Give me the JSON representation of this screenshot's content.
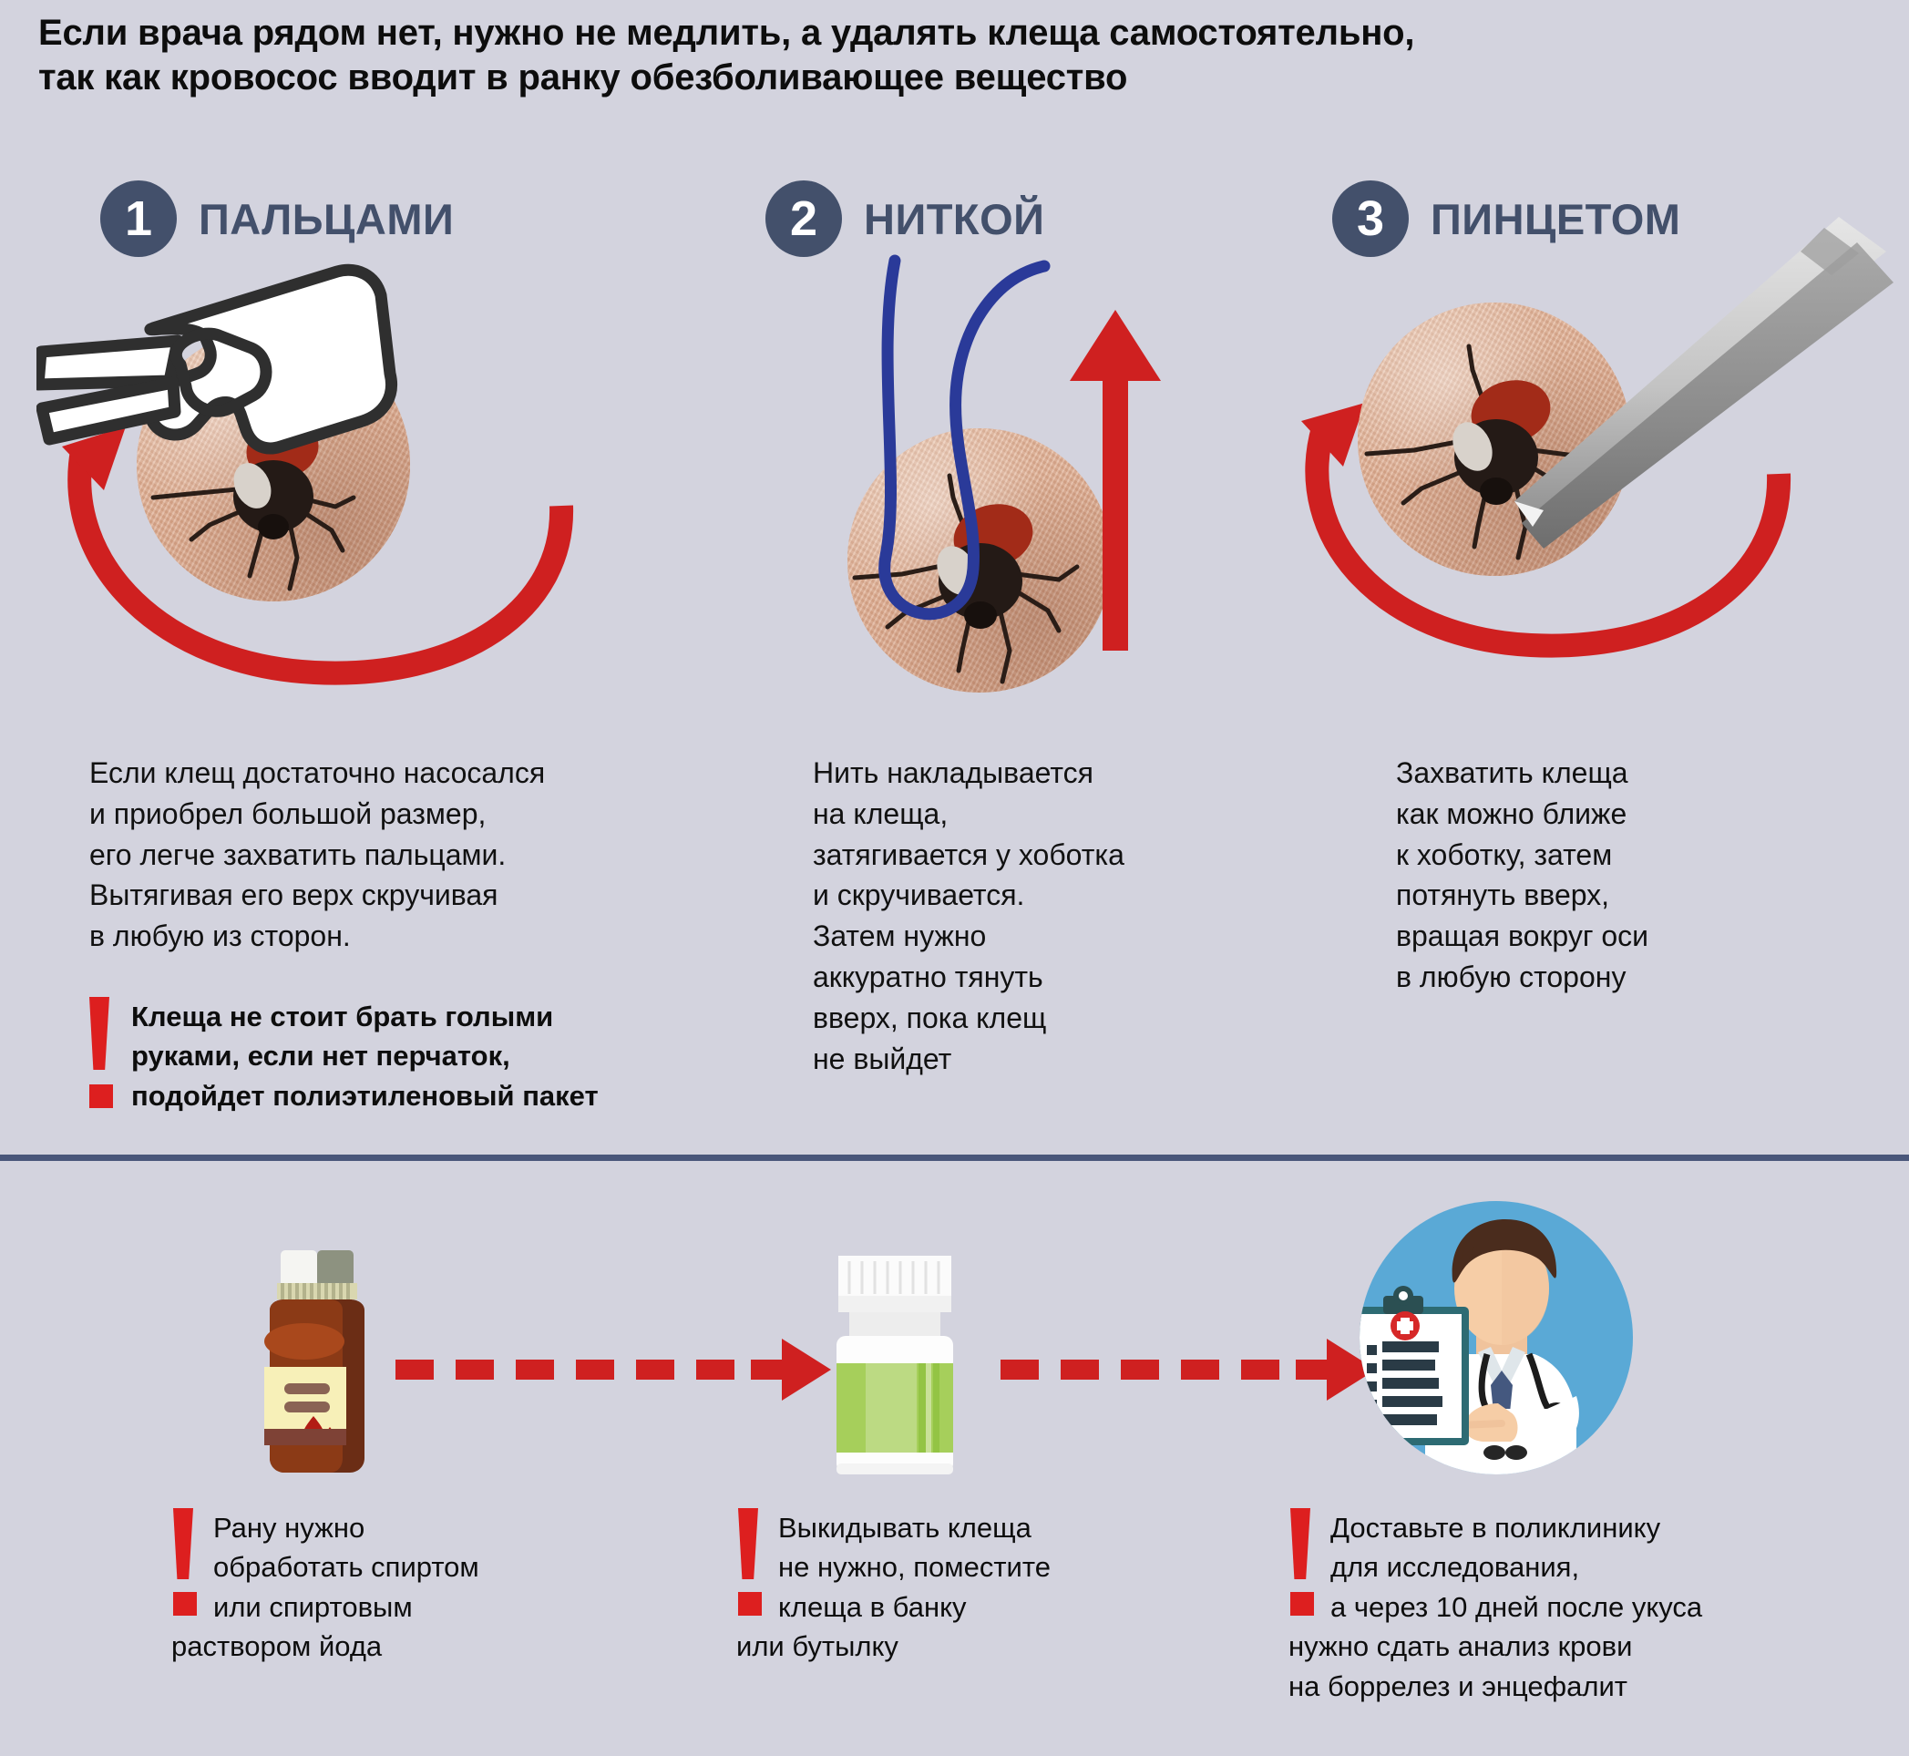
{
  "meta": {
    "background_color": "#d3d3de",
    "accent_dark": "#43506b",
    "accent_red": "#cf2020",
    "warning_red": "#dd1f1f",
    "thread_blue": "#2a3a99"
  },
  "headline": {
    "line1": "Если врача рядом нет, нужно не медлить, а удалять клеща самостоятельно,",
    "line2": "так как кровосос вводит в ранку обезболивающее вещество"
  },
  "steps": [
    {
      "number": "1",
      "title": "ПАЛЬЦАМИ",
      "icon": "fingers-pinch-icon",
      "body": [
        "Если клещ достаточно насосался",
        "и приобрел большой размер,",
        "его легче захватить пальцами.",
        "Вытягивая его верх скручивая",
        "в любую из сторон."
      ],
      "warning": [
        "Клеща не стоит брать голыми",
        "руками, если нет перчаток,",
        "подойдет полиэтиленовый пакет"
      ]
    },
    {
      "number": "2",
      "title": "НИТКОЙ",
      "icon": "thread-loop-icon",
      "body": [
        "Нить накладывается",
        "на клеща,",
        "затягивается у хоботка",
        "и скручивается.",
        "Затем нужно",
        "аккуратно тянуть",
        "вверх, пока клещ",
        "не выйдет"
      ],
      "warning": []
    },
    {
      "number": "3",
      "title": "ПИНЦЕТОМ",
      "icon": "tweezers-icon",
      "body": [
        "Захватить клеща",
        "как можно ближе",
        "к хоботку, затем",
        "потянуть вверх,",
        "вращая вокруг оси",
        "в любую сторону"
      ],
      "warning": []
    }
  ],
  "aftercare": [
    {
      "icon": "iodine-bottle-icon",
      "lines": [
        "Рану нужно",
        "обработать спиртом",
        "или спиртовым",
        "раствором йода"
      ]
    },
    {
      "icon": "specimen-jar-icon",
      "lines": [
        "Выкидывать клеща",
        "не нужно, поместите",
        "клеща в банку",
        "или бутылку"
      ]
    },
    {
      "icon": "doctor-clipboard-icon",
      "lines": [
        "Доставьте в поликлинику",
        "для исследования,",
        "а через 10 дней после укуса",
        "нужно сдать анализ крови",
        "на боррелез и энцефалит"
      ]
    }
  ]
}
